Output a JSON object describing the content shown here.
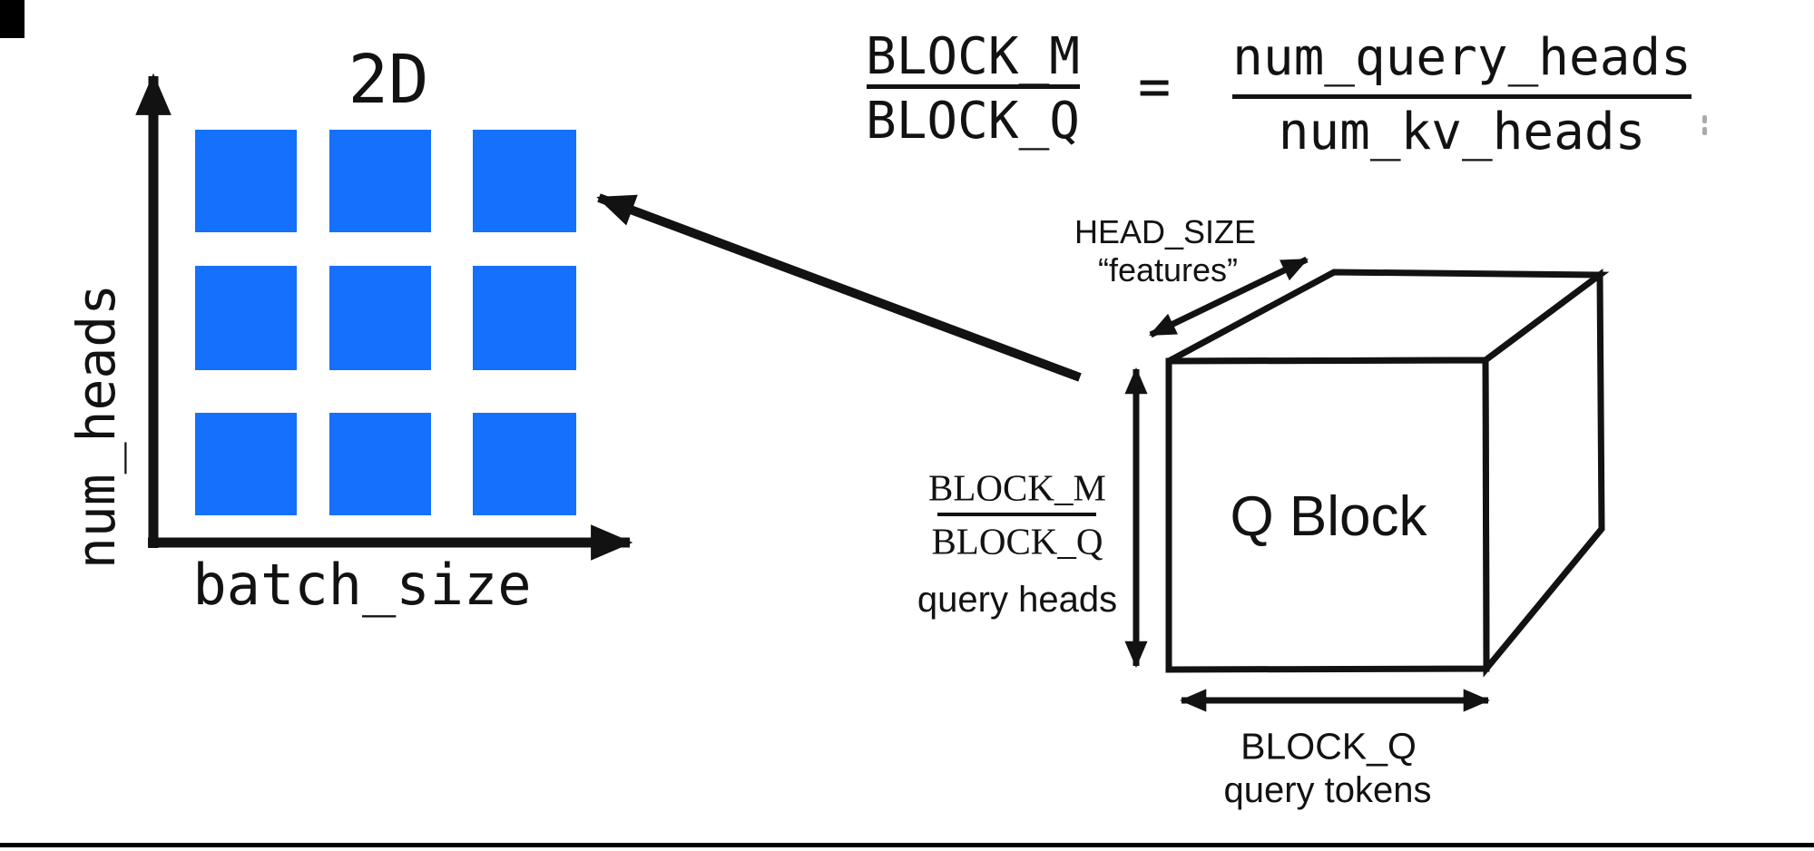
{
  "colors": {
    "block_blue": "#1570FB",
    "ink": "#121212",
    "background": "#ffffff"
  },
  "grid_panel": {
    "title": "2D",
    "y_axis_label": "num_heads",
    "x_axis_label": "batch_size",
    "rows": 3,
    "cols": 3
  },
  "equation": {
    "lhs_numerator": "BLOCK_M",
    "lhs_denominator": "BLOCK_Q",
    "equals_sign": "=",
    "rhs_numerator": "num_query_heads",
    "rhs_denominator": "num_kv_heads"
  },
  "cube": {
    "label": "Q Block",
    "depth_label_line1": "HEAD_SIZE",
    "depth_label_line2": "“features”",
    "height_label_numerator": "BLOCK_M",
    "height_label_denominator": "BLOCK_Q",
    "height_label_caption": "query heads",
    "width_label_line1": "BLOCK_Q",
    "width_label_line2": "query tokens"
  }
}
